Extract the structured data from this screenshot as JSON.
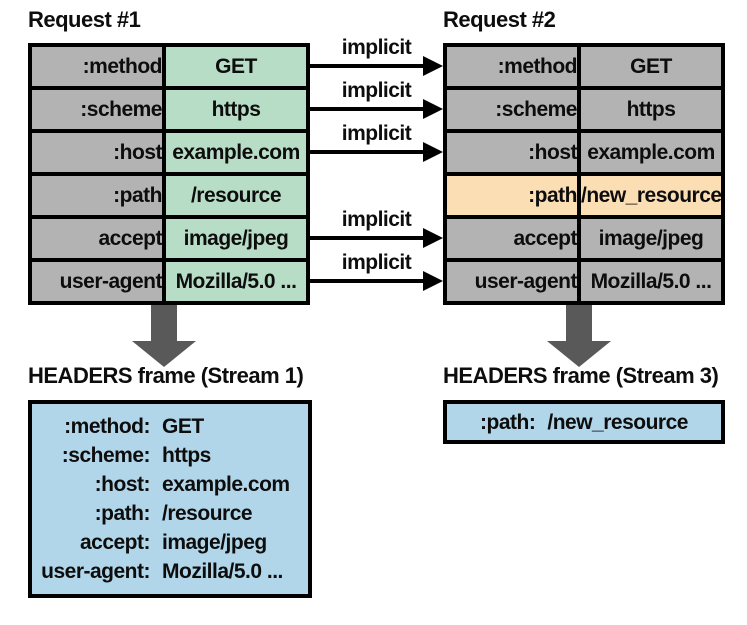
{
  "request1": {
    "title": "Request #1",
    "rows": [
      {
        "key": ":method",
        "value": "GET"
      },
      {
        "key": ":scheme",
        "value": "https"
      },
      {
        "key": ":host",
        "value": "example.com"
      },
      {
        "key": ":path",
        "value": "/resource"
      },
      {
        "key": "accept",
        "value": "image/jpeg"
      },
      {
        "key": "user-agent",
        "value": "Mozilla/5.0 ..."
      }
    ]
  },
  "request2": {
    "title": "Request #2",
    "highlighted_row": ":path",
    "rows": [
      {
        "key": ":method",
        "value": "GET"
      },
      {
        "key": ":scheme",
        "value": "https"
      },
      {
        "key": ":host",
        "value": "example.com"
      },
      {
        "key": ":path",
        "value": "/new_resource"
      },
      {
        "key": "accept",
        "value": "image/jpeg"
      },
      {
        "key": "user-agent",
        "value": "Mozilla/5.0 ..."
      }
    ]
  },
  "arrows": {
    "labels": [
      "implicit",
      "implicit",
      "implicit",
      "implicit",
      "implicit"
    ]
  },
  "stream1": {
    "title": "HEADERS frame (Stream 1)",
    "lines": [
      {
        "key": ":method:",
        "value": "GET"
      },
      {
        "key": ":scheme:",
        "value": "https"
      },
      {
        "key": ":host:",
        "value": "example.com"
      },
      {
        "key": ":path:",
        "value": "/resource"
      },
      {
        "key": "accept:",
        "value": "image/jpeg"
      },
      {
        "key": "user-agent:",
        "value": "Mozilla/5.0 ..."
      }
    ]
  },
  "stream3": {
    "title": "HEADERS frame (Stream 3)",
    "lines": [
      {
        "key": ":path:",
        "value": "/new_resource"
      }
    ]
  },
  "colors": {
    "header_name_bg": "#b3b3b3",
    "request1_value_bg": "#b7ddc6",
    "changed_row_bg": "#fcdeb5",
    "frame_bg": "#b2d6e9",
    "flow_arrow": "#595959",
    "border": "#000000"
  }
}
